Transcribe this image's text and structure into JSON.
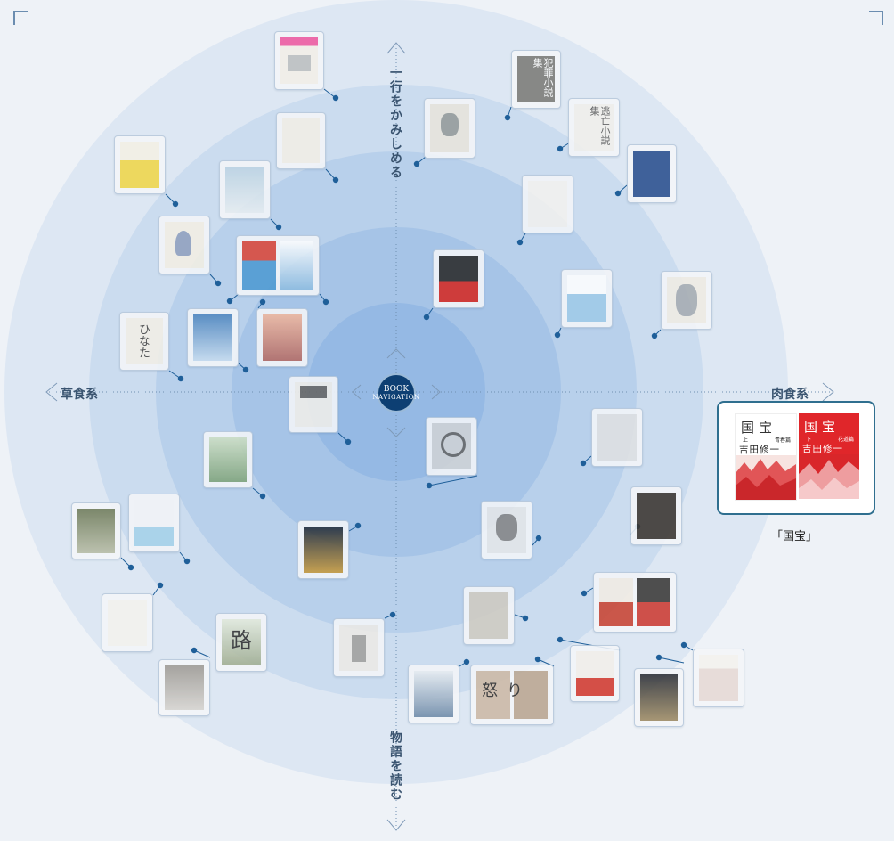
{
  "axes": {
    "top_label": "一行をかみしめる",
    "bottom_label": "物語を読む",
    "left_label": "草食系",
    "right_label": "肉食系"
  },
  "center_badge": {
    "line1": "BOOK",
    "line2": "NAVIGATION"
  },
  "selected_book": {
    "caption": "「国宝」",
    "volume1": {
      "title": "国宝",
      "vol": "上",
      "subtitle": "青春篇",
      "author": "吉田修一"
    },
    "volume2": {
      "title": "国宝",
      "vol": "下",
      "subtitle": "花道篇",
      "author": "吉田修一"
    }
  },
  "colors": {
    "accent": "#2f6f8f",
    "badge": "#0d3f73",
    "dot": "#1f5f99",
    "selected_red": "#d9262a"
  },
  "book_covers": {
    "hinata": "ひなた",
    "hanzai": "犯罪小説集",
    "toubou": "逃亡小説集",
    "ikari": "怒り",
    "michi": "路"
  }
}
